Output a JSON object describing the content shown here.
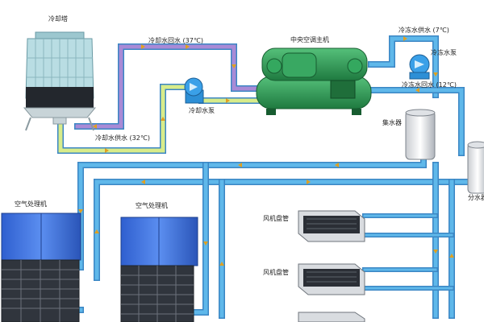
{
  "labels": {
    "cooling_tower": "冷却塔",
    "cw_return": "冷却水回水 (37℃)",
    "cw_supply": "冷却水供水 (32℃)",
    "cw_pump": "冷却水泵",
    "chiller": "中央空调主机",
    "chw_supply": "冷冻水供水 (7℃)",
    "chw_pump": "冷冻水泵",
    "chw_return": "冷冻水回水 (12℃)",
    "collector": "集水器",
    "distributor": "分水器",
    "ahu": "空气处理机",
    "fcu": "风机盘管"
  },
  "colors": {
    "background": "#ffffff",
    "warm_pipe": "#a98ad6",
    "cool_pipe": "#d8ec8a",
    "chilled_pipe": "#5fb8ea",
    "pipe_border": "#3b86c4",
    "chiller_body": "#2f9a55",
    "ahu_panel": "#3a6fd8",
    "coil_dark": "#3a3f4a",
    "tower_body": "#b9dde3",
    "pump": "#2d8fd6"
  },
  "icons": [
    "cooling-tower-icon",
    "pump-icon",
    "chiller-icon",
    "tank-icon",
    "air-handler-icon",
    "fan-coil-icon"
  ]
}
